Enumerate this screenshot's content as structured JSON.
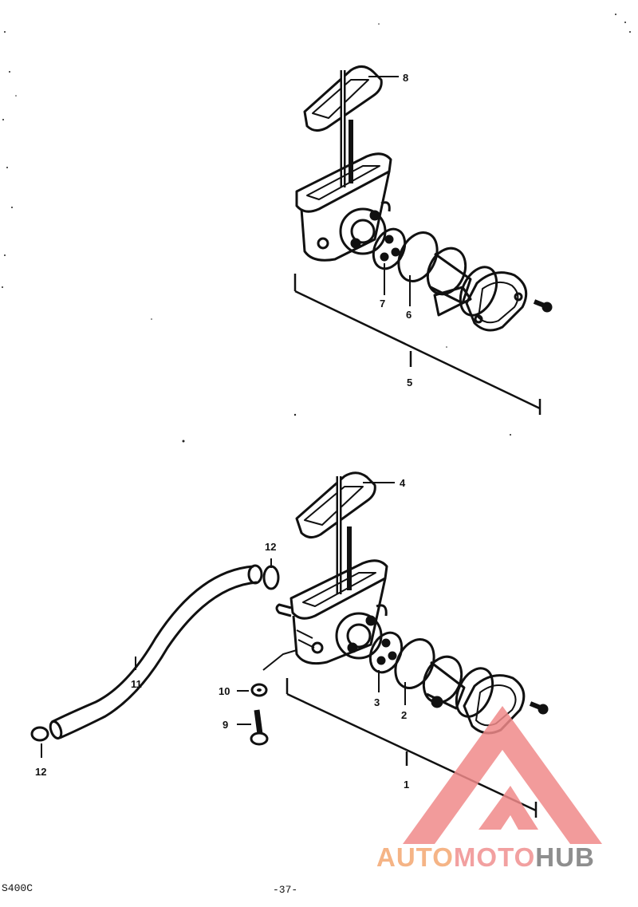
{
  "callouts": {
    "c1": "1",
    "c2": "2",
    "c3": "3",
    "c4": "4",
    "c5": "5",
    "c6": "6",
    "c7": "7",
    "c8": "8",
    "c9": "9",
    "c10": "10",
    "c11": "11",
    "c12a": "12",
    "c12b": "12"
  },
  "footer": {
    "model_code": "S400C",
    "page_number": "-37-"
  },
  "watermark": {
    "auto": "AUTO",
    "moto": "MOTO",
    "hub": "HUB",
    "triangle_color": "#f08a8a",
    "auto_color": "#f5b486",
    "moto_color": "#f2a0a0",
    "hub_color": "#8e8e8e"
  }
}
